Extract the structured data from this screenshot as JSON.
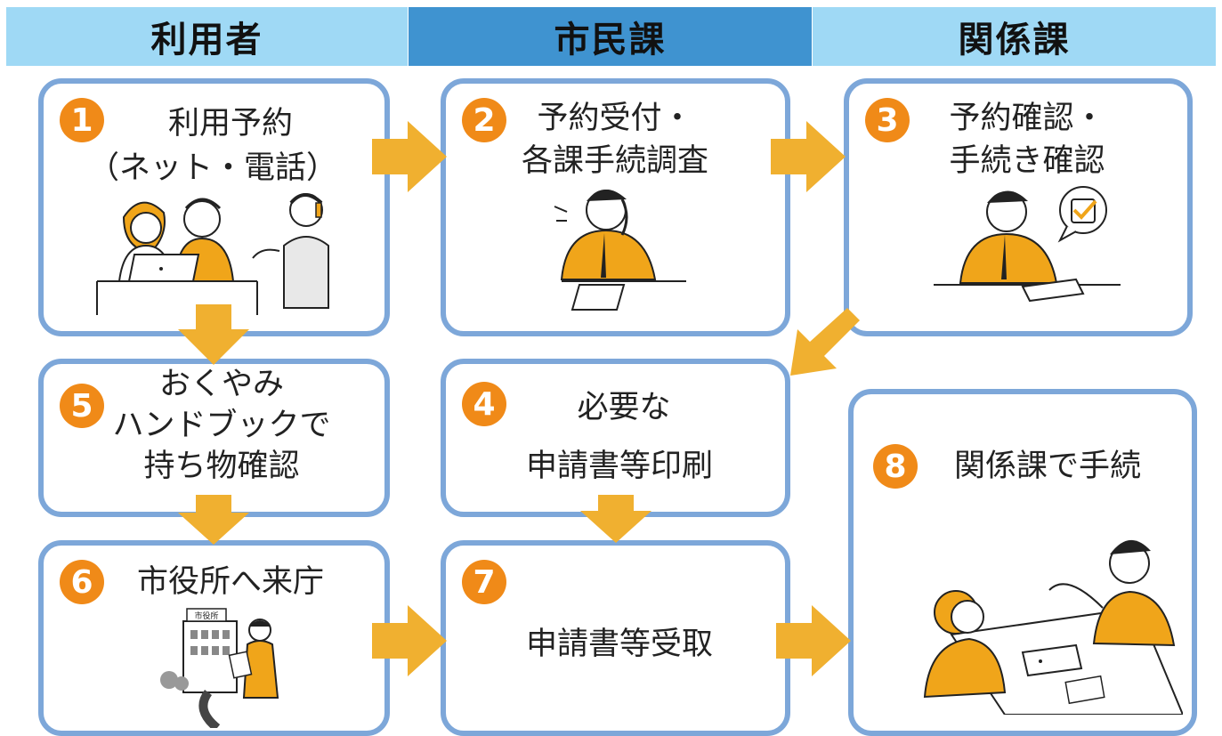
{
  "headers": [
    "利用者",
    "市民課",
    "関係課"
  ],
  "steps": [
    {
      "num": "1",
      "lines": [
        "利用予約",
        "（ネット・電話）"
      ]
    },
    {
      "num": "2",
      "lines": [
        "予約受付・",
        "各課手続調査"
      ]
    },
    {
      "num": "3",
      "lines": [
        "予約確認・",
        "手続き確認"
      ]
    },
    {
      "num": "4",
      "lines": [
        "必要な",
        "申請書等印刷"
      ]
    },
    {
      "num": "5",
      "lines": [
        "おくやみ",
        "ハンドブックで",
        "持ち物確認"
      ]
    },
    {
      "num": "6",
      "lines": [
        "市役所へ来庁"
      ]
    },
    {
      "num": "7",
      "lines": [
        "申請書等受取"
      ]
    },
    {
      "num": "8",
      "lines": [
        "関係課で手続"
      ]
    }
  ],
  "building_sign": "市役所",
  "colors": {
    "header_light": "#9fd9f5",
    "header_dark": "#3f93d0",
    "box_border": "#7da7d9",
    "number_circle": "#f08a18",
    "arrow": "#f0b030"
  },
  "icons": [
    "phone-users-illustration",
    "phone-clerk-illustration",
    "checking-clerk-illustration",
    "city-hall-visitor-illustration",
    "consultation-illustration"
  ]
}
